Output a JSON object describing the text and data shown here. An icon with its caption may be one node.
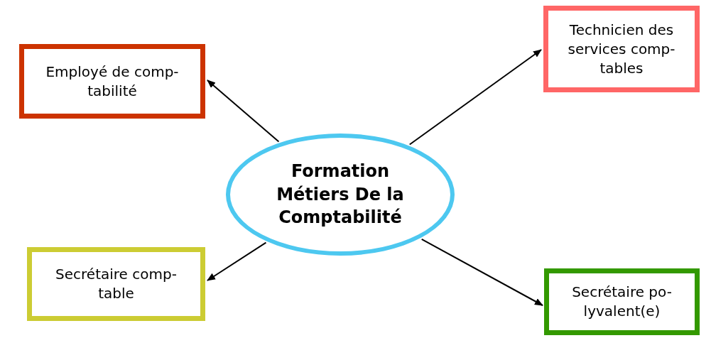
{
  "diagram": {
    "nodes": [
      {
        "text": [
          "Formation Métiers De la Comptabilité"
        ]
      },
      {
        "text": [
          "Employé de comp- tabilité"
        ]
      },
      {
        "text": [
          "Technicien des services comp- tables"
        ]
      },
      {
        "text": [
          "Secrétaire comp- table"
        ]
      },
      {
        "text": [
          "Secrétaire po- lyvalent(e)"
        ]
      }
    ],
    "edges": [
      {
        "from": 0,
        "to": 1,
        "arrow": "to"
      },
      {
        "from": 0,
        "to": 2,
        "arrow": "to"
      },
      {
        "from": 0,
        "to": 3,
        "arrow": "to"
      },
      {
        "from": 0,
        "to": 4,
        "arrow": "to"
      }
    ]
  }
}
